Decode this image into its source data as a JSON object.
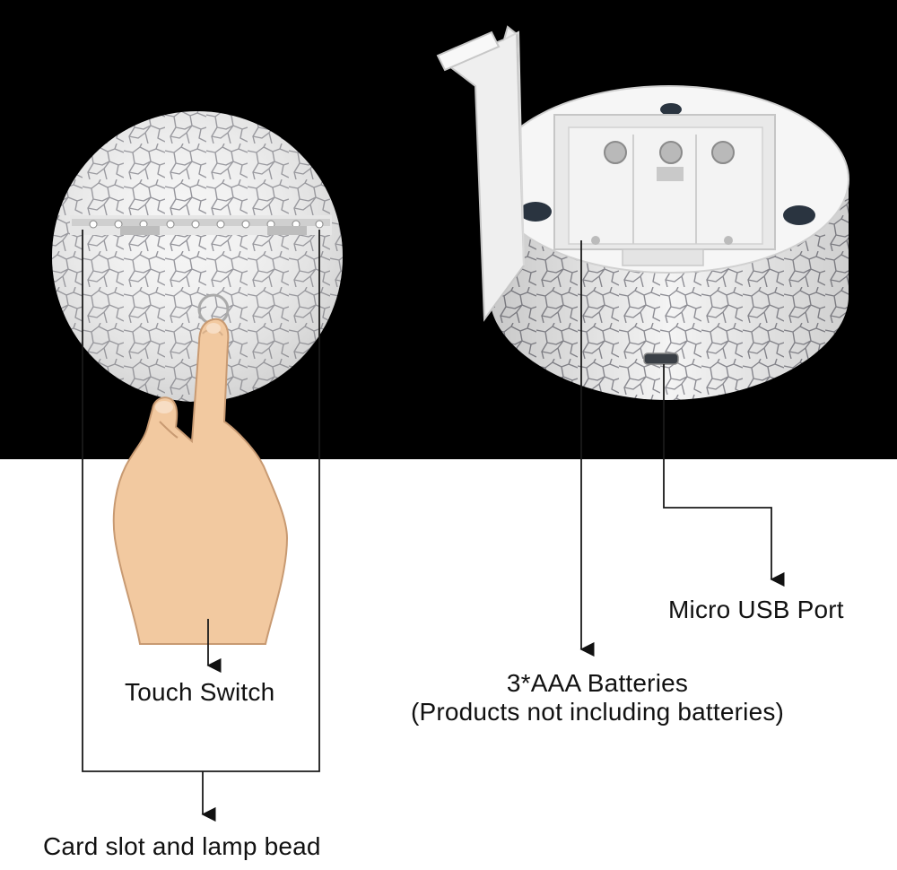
{
  "labels": {
    "touch_switch": "Touch Switch",
    "card_slot": "Card slot and lamp bead",
    "micro_usb": "Micro USB Port",
    "batteries_line1": "3*AAA Batteries",
    "batteries_line2": "(Products not including batteries)"
  },
  "colors": {
    "background_top": "#000000",
    "background_bottom": "#ffffff",
    "base_white": "#f1f1f1",
    "crackle": "#8e8e94",
    "skin": "#f2c9a0",
    "callout_line": "#1a1a1a"
  }
}
